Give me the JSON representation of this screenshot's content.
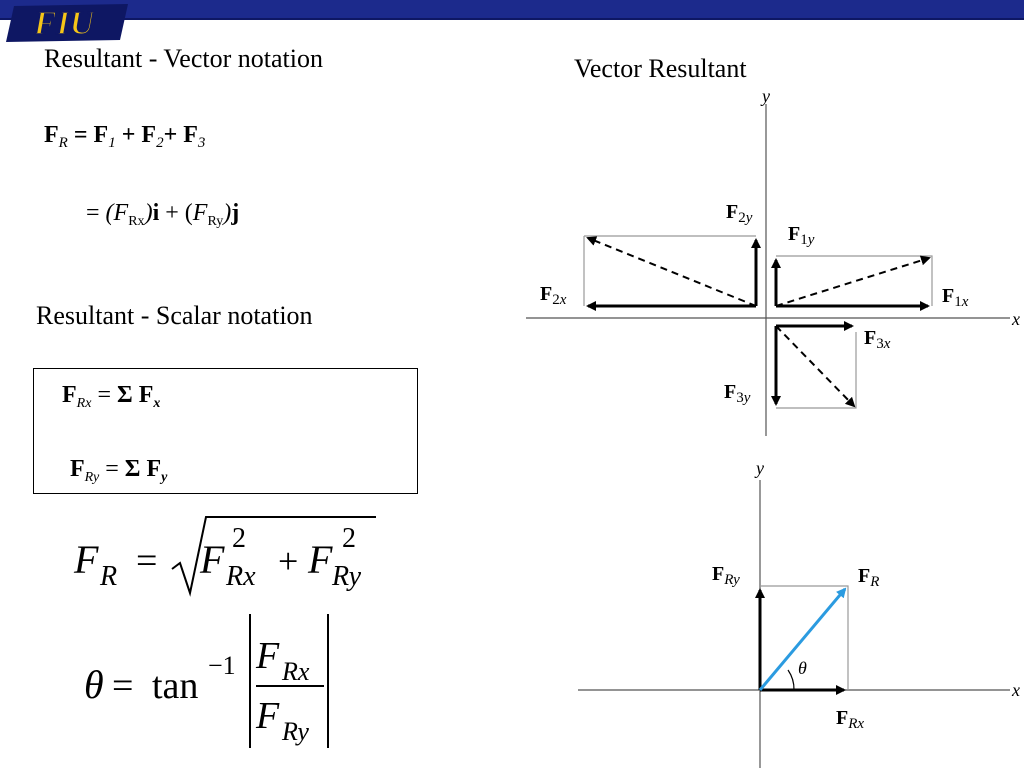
{
  "header": {
    "logo_text": "FIU",
    "bar_color": "#1c2a8c",
    "logo_fill": "#f5c518"
  },
  "left": {
    "vector_title": "Resultant - Vector notation",
    "eq1": {
      "lhs_sym": "F",
      "lhs_sub": "R",
      "eq": "=",
      "t1": "F",
      "t1_sub": "1",
      "plus1": "+",
      "t2": "F",
      "t2_sub": "2",
      "plus2": "+",
      "t3": "F",
      "t3_sub": "3"
    },
    "eq2": {
      "eq": "=",
      "open1": "(",
      "f1": "F",
      "f1_sub": "Rx",
      "close1": ")",
      "i": "i",
      "plus": "+",
      "open2": "(",
      "f2": "F",
      "f2_sub": "Ry",
      "close2": ")",
      "j": "j"
    },
    "scalar_title": "Resultant - Scalar notation",
    "scalar_eq1": {
      "lhs": "F",
      "lhs_sub": "Rx",
      "eq": "=",
      "sigma": "Σ",
      "rhs": "F",
      "rhs_sub": "x"
    },
    "scalar_eq2": {
      "lhs": "F",
      "lhs_sub": "Ry",
      "eq": "=",
      "sigma": "Σ",
      "rhs": "F",
      "rhs_sub": "y"
    },
    "mag_eq": {
      "lhs": "F",
      "lhs_sub": "R",
      "eq": "=",
      "a": "F",
      "a_sub": "Rx",
      "a_sup": "2",
      "plus": "+",
      "b": "F",
      "b_sub": "Ry",
      "b_sup": "2"
    },
    "angle_eq": {
      "theta": "θ",
      "eq": "=",
      "tan": "tan",
      "inv": "−1",
      "num": "F",
      "num_sub": "Rx",
      "den": "F",
      "den_sub": "Ry"
    }
  },
  "right": {
    "title": "Vector Resultant",
    "fig1": {
      "axis_y": "y",
      "axis_x": "x",
      "labels": {
        "f2y": {
          "b": "F",
          "s": "2",
          "i": "y"
        },
        "f1y": {
          "b": "F",
          "s": "1",
          "i": "y"
        },
        "f2x": {
          "b": "F",
          "s": "2",
          "i": "x"
        },
        "f1x": {
          "b": "F",
          "s": "1",
          "i": "x"
        },
        "f3x": {
          "b": "F",
          "s": "3",
          "i": "x"
        },
        "f3y": {
          "b": "F",
          "s": "3",
          "i": "y"
        }
      }
    },
    "fig2": {
      "axis_y": "y",
      "axis_x": "x",
      "fry": {
        "b": "F",
        "s": "Ry"
      },
      "fr": {
        "b": "F",
        "s": "R"
      },
      "frx": {
        "b": "F",
        "s": "Rx"
      },
      "theta": "θ",
      "resultant_color": "#2b9be0"
    }
  }
}
